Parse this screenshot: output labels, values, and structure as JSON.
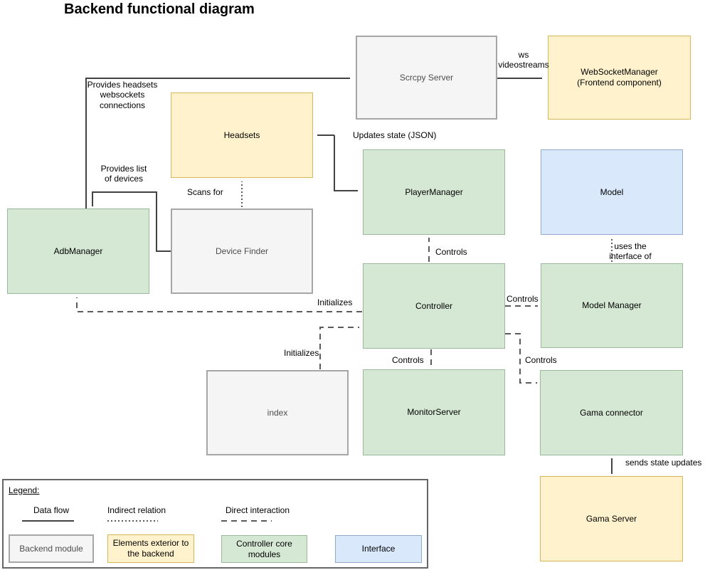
{
  "title": "Backend functional diagram",
  "nodes": {
    "scrcpy_server": {
      "label": "Scrcpy Server",
      "category": "backend-module"
    },
    "websocket_manager": {
      "label": "WebSocketManager\n(Frontend component)",
      "category": "exterior"
    },
    "headsets": {
      "label": "Headsets",
      "category": "exterior"
    },
    "player_manager": {
      "label": "PlayerManager",
      "category": "core"
    },
    "model": {
      "label": "Model",
      "category": "interface"
    },
    "adb_manager": {
      "label": "AdbManager",
      "category": "core"
    },
    "device_finder": {
      "label": "Device Finder",
      "category": "backend-module"
    },
    "controller": {
      "label": "Controller",
      "category": "core"
    },
    "model_manager": {
      "label": "Model Manager",
      "category": "core"
    },
    "index": {
      "label": "index",
      "category": "backend-module"
    },
    "monitor_server": {
      "label": "MonitorServer",
      "category": "core"
    },
    "gama_connector": {
      "label": "Gama connector",
      "category": "core"
    },
    "gama_server": {
      "label": "Gama Server",
      "category": "exterior"
    }
  },
  "edges": {
    "adb_to_scrcpy": {
      "label": "Provides headsets\nwebsockets\nconnections",
      "style": "solid"
    },
    "scrcpy_to_websocket": {
      "label": "ws\nvideostreams",
      "style": "solid"
    },
    "playermanager_headsets": {
      "label": "Updates state (JSON)",
      "style": "solid"
    },
    "devicefinder_to_adb": {
      "label": "Provides list\nof devices",
      "style": "solid"
    },
    "devicefinder_scans_headsets": {
      "label": "Scans for",
      "style": "dotted"
    },
    "controller_to_playermanager": {
      "label": "Controls",
      "style": "dashed"
    },
    "controller_to_modelmanager": {
      "label": "Controls",
      "style": "dashed"
    },
    "controller_to_monitorserver": {
      "label": "Controls",
      "style": "dashed"
    },
    "controller_to_gamaconnector": {
      "label": "Controls",
      "style": "dashed"
    },
    "controller_initializes_adb": {
      "label": "Initializes",
      "style": "dashed"
    },
    "index_initializes_controller": {
      "label": "Initializes",
      "style": "dashed"
    },
    "modelmanager_uses_model": {
      "label": "uses the\ninterface of",
      "style": "dotted"
    },
    "gamaconnector_gamaserver": {
      "label": "sends state updates",
      "style": "solid"
    }
  },
  "legend": {
    "title": "Legend:",
    "arrows": [
      {
        "label": "Data flow",
        "style": "solid"
      },
      {
        "label": "Indirect relation",
        "style": "dotted"
      },
      {
        "label": "Direct interaction",
        "style": "dashed"
      }
    ],
    "swatches": [
      {
        "label": "Backend module",
        "category": "backend-module"
      },
      {
        "label": "Elements exterior to\nthe backend",
        "category": "exterior"
      },
      {
        "label": "Controller core\nmodules",
        "category": "core"
      },
      {
        "label": "Interface",
        "category": "interface"
      }
    ]
  },
  "palette": {
    "backend_module_fill": "#f5f5f5",
    "backend_module_stroke": "#a6a6a6",
    "exterior_fill": "#fff2cc",
    "exterior_stroke": "#d6b656",
    "core_fill": "#d5e8d4",
    "core_stroke": "#9cb89b",
    "interface_fill": "#dae8fc",
    "interface_stroke": "#8fa8cc",
    "line_color": "#424242",
    "arrowhead_color": "#1a1a1a"
  }
}
